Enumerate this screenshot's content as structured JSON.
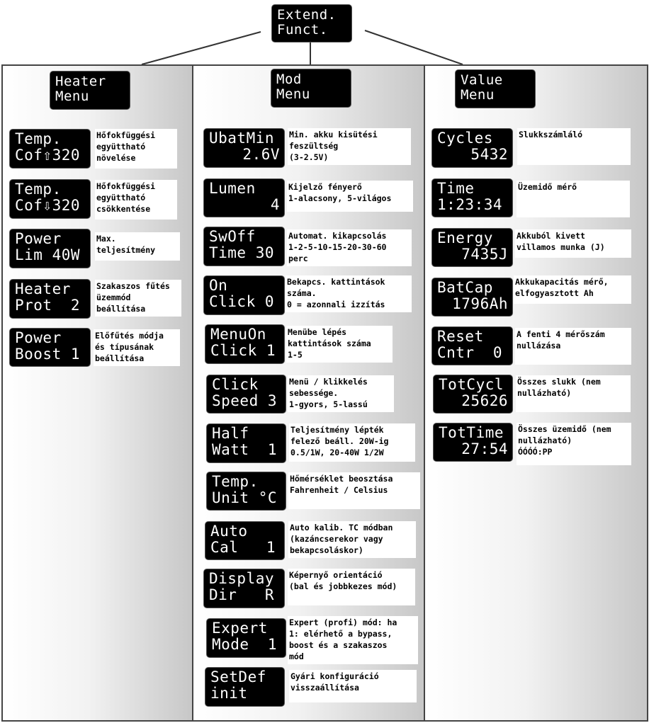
{
  "top": {
    "line1": "Extend.",
    "line2": "Funct."
  },
  "columns": [
    {
      "title": {
        "line1": "Heater",
        "line2": "Menu"
      },
      "items": [
        {
          "line1": "Temp.",
          "line2": "Cof⇧320",
          "desc": "Hőfokfüggési\negyüttható\nnövelése"
        },
        {
          "line1": "Temp.",
          "line2": "Cof⇩320",
          "desc": "Hőfokfüggési\negyüttható\ncsökkentése"
        },
        {
          "line1": "Power",
          "line2": "Lim 40W",
          "desc": "Max.\nteljesítmény"
        },
        {
          "line1": "Heater",
          "line2": "Prot  2",
          "desc": "Szakaszos fűtés\nüzemmód\nbeállítása"
        },
        {
          "line1": "Power",
          "line2": "Boost 1",
          "desc": "Előfűtés módja\nés típusának\nbeállítása"
        }
      ]
    },
    {
      "title": {
        "line1": "Mod",
        "line2": "Menu"
      },
      "items": [
        {
          "line1": "UbatMin",
          "line2": "2.6V",
          "desc": "Min. akku kisütési\nfeszültség\n(3-2.5V)"
        },
        {
          "line1": "Lumen",
          "line2": "4",
          "desc": "Kijelző fényerő\n1-alacsony, 5-világos"
        },
        {
          "line1": "SwOff",
          "line2": "Time 30",
          "desc": "Automat. kikapcsolás\n1-2-5-10-15-20-30-60\nperc"
        },
        {
          "line1": "On",
          "line2": "Click 0",
          "desc": "Bekapcs. kattintások\nszáma.\n0 = azonnali izzítás"
        },
        {
          "line1": "MenuOn",
          "line2": "Click 1",
          "desc": "Menübe lépés\nkattintások száma\n1-5"
        },
        {
          "line1": "Click",
          "line2": "Speed 3",
          "desc": "Menü / klikkelés\nsebessége.\n1-gyors, 5-lassú"
        },
        {
          "line1": "Half",
          "line2": "Watt  1",
          "desc": "Teljesítmény lépték\nfelező beáll. 20W-ig\n0.5/1W, 20-40W 1/2W"
        },
        {
          "line1": "Temp.",
          "line2": "Unit °C",
          "desc": "Hőmérséklet beosztása\nFahrenheit / Celsius"
        },
        {
          "line1": "Auto",
          "line2": "Cal   1",
          "desc": "Auto kalib. TC módban\n(kazáncserekor vagy\nbekapcsoláskor)"
        },
        {
          "line1": "Display",
          "line2": "Dir   R",
          "desc": "Képernyő orientáció\n(bal és jobbkezes mód)"
        },
        {
          "line1": "Expert",
          "line2": "Mode  1",
          "desc": "Expert (profi) mód: ha\n1: elérhető a bypass,\nboost és a szakaszos\nmód"
        },
        {
          "line1": "SetDef",
          "line2": "init",
          "desc": "Gyári konfiguráció\nvisszaállítása"
        }
      ]
    },
    {
      "title": {
        "line1": "Value",
        "line2": "Menu"
      },
      "items": [
        {
          "line1": "Cycles",
          "line2": "5432",
          "desc": "Slukkszámláló"
        },
        {
          "line1": "Time",
          "line2": "1:23:34",
          "desc": "Üzemidő mérő"
        },
        {
          "line1": "Energy",
          "line2": "7435J",
          "desc": "Akkuból kivett\nvillamos munka (J)"
        },
        {
          "line1": "BatCap",
          "line2": "1796Ah",
          "desc": "Akkukapacitás mérő,\nelfogyasztott Ah"
        },
        {
          "line1": "Reset",
          "line2": "Cntr  0",
          "desc": "A fenti 4 mérőszám\nnullázása"
        },
        {
          "line1": "TotCycl",
          "line2": "25626",
          "desc": "Összes slukk (nem\nnullázható)"
        },
        {
          "line1": "TotTime",
          "line2": "27:54",
          "desc": "Összes üzemidő (nem\nnullázható)\nÓÓÓÓ:PP"
        }
      ]
    }
  ]
}
